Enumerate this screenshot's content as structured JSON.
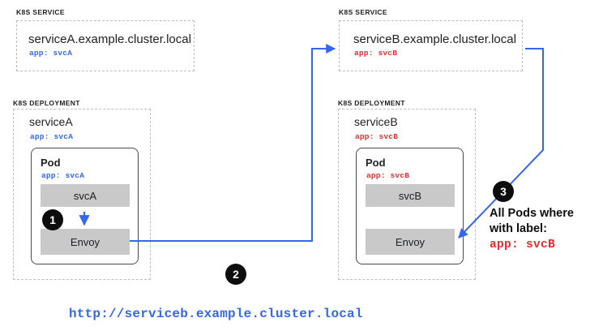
{
  "diagram": {
    "title_url": "http://serviceb.example.cluster.local",
    "accent_blue": "#3367f0",
    "accent_red": "#ea2b2b",
    "container_gray": "#c9c9c9",
    "badge_black": "#0d0d0d"
  },
  "left": {
    "service": {
      "group_label": "K8S SERVICE",
      "name": "serviceA.example.cluster.local",
      "label": "app: svcA"
    },
    "deployment": {
      "group_label": "K8S DEPLOYMENT",
      "name": "serviceA",
      "label": "app: svcA",
      "pod": {
        "title": "Pod",
        "label": "app: svcA",
        "containers": [
          {
            "name": "svcA"
          },
          {
            "name": "Envoy"
          }
        ]
      }
    }
  },
  "right": {
    "service": {
      "group_label": "K8S SERVICE",
      "name": "serviceB.example.cluster.local",
      "label": "app: svcB"
    },
    "deployment": {
      "group_label": "K8S DEPLOYMENT",
      "name": "serviceB",
      "label": "app: svcB",
      "pod": {
        "title": "Pod",
        "label": "app: svcB",
        "containers": [
          {
            "name": "svcB"
          },
          {
            "name": "Envoy"
          }
        ]
      }
    }
  },
  "badges": [
    {
      "number": "1"
    },
    {
      "number": "2"
    },
    {
      "number": "3"
    }
  ],
  "annotation": {
    "line1": "All Pods where",
    "line2": "with label:",
    "line3": "app: svcB"
  }
}
